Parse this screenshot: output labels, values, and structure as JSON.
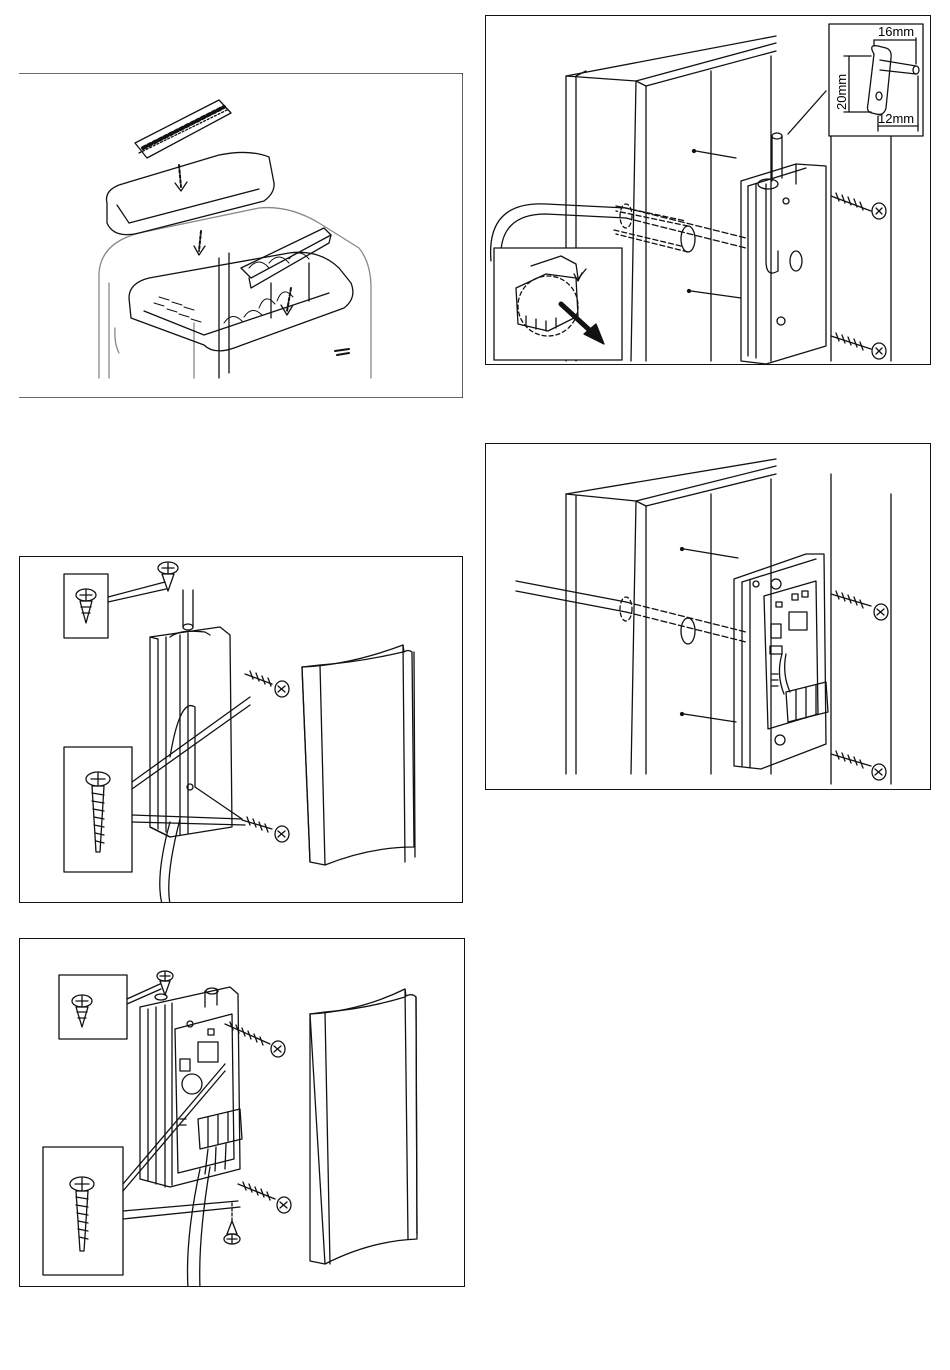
{
  "figures": {
    "dimension_pin": {
      "width_label": "16mm",
      "height_label": "20mm",
      "offset_label": "12mm"
    }
  }
}
